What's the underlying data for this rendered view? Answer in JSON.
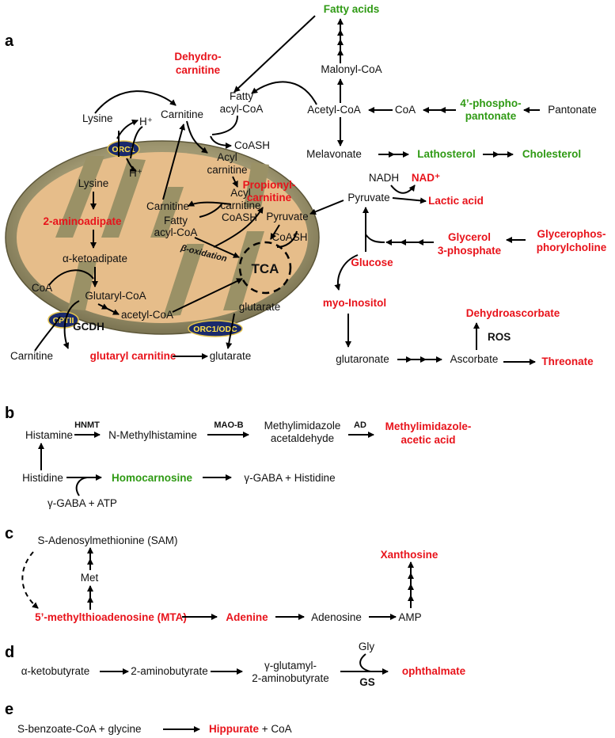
{
  "panels": {
    "a": "a",
    "b": "b",
    "c": "c",
    "d": "d",
    "e": "e"
  },
  "colors": {
    "decreased": "#e8131b",
    "increased": "#2f9a14",
    "mito_outer": "#9a9166",
    "mito_inner": "#e9c08c",
    "transporter": "#1a2a6c"
  },
  "a": {
    "fatty_acids": "Fatty acids",
    "dehydro_carnitine_1": "Dehydro-",
    "dehydro_carnitine_2": "carnitine",
    "lysine_out": "Lysine",
    "h_top": "H⁺",
    "h_bottom": "H⁺",
    "orc1": "ORC1",
    "carnitine_top": "Carnitine",
    "fatty_acylcoa_top_1": "Fatty",
    "fatty_acylcoa_top_2": "acyl-CoA",
    "coash_top": "CoASH",
    "acyl_carnitine_1a": "Acyl",
    "acyl_carnitine_1b": "carnitine",
    "acyl_carnitine_2a": "Acyl",
    "acyl_carnitine_2b": "carnitine",
    "coash_mid": "CoASH",
    "propionyl_1": "Propionyl-",
    "propionyl_2": "carnitine",
    "lysine_in": "Lysine",
    "aminoadipate": "2-aminoadipate",
    "carnitine_in": "Carnitine",
    "fatty_acylcoa_in_1": "Fatty",
    "fatty_acylcoa_in_2": "acyl-CoA",
    "beta_ox": "β-oxidation",
    "pyruvate_in": "Pyruvate",
    "coash_in": "CoASH",
    "tca": "TCA",
    "ketoadipate": "α-ketoadipate",
    "coa_in": "CoA",
    "glutaryl_coa": "Glutaryl-CoA",
    "cptii": "CPTII",
    "gcdh": "GCDH",
    "acetyl_coa_in": "acetyl-CoA",
    "glutarate_in": "glutarate",
    "orc1_odc": "ORC1/ODC",
    "carnitine_bottom": "Carnitine",
    "glutaryl_carnitine": "glutaryl carnitine",
    "glutarate_out": "glutarate",
    "malonyl_coa": "Malonyl-CoA",
    "acetyl_coa": "Acetyl-CoA",
    "coa": "CoA",
    "phosphopantonate_1": "4’-phospho-",
    "phosphopantonate_2": "pantonate",
    "pantonate": "Pantonate",
    "melavonate": "Melavonate",
    "lathosterol": "Lathosterol",
    "cholesterol": "Cholesterol",
    "nadh": "NADH",
    "nad": "NAD⁺",
    "pyruvate": "Pyruvate",
    "lactic_acid": "Lactic acid",
    "glycerol_1": "Glycerol",
    "glycerol_2": "3-phosphate",
    "gpc_1": "Glycerophos-",
    "gpc_2": "phorylcholine",
    "glucose": "Glucose",
    "myo_inositol": "myo-Inositol",
    "dehydroascorbate": "Dehydroascorbate",
    "ros": "ROS",
    "glutaronate": "glutaronate",
    "ascorbate": "Ascorbate",
    "threonate": "Threonate"
  },
  "b": {
    "histamine": "Histamine",
    "hnmt": "HNMT",
    "n_methylhistamine": "N-Methylhistamine",
    "mao_b": "MAO-B",
    "methylimidazole_1": "Methylimidazole",
    "methylimidazole_2": "acetaldehyde",
    "ad": "AD",
    "mia_1": "Methylimidazole-",
    "mia_2": "acetic acid",
    "histidine": "Histidine",
    "homocarnosine": "Homocarnosine",
    "gaba_histidine": "γ-GABA + Histidine",
    "gaba_atp": "γ-GABA + ATP"
  },
  "c": {
    "sam": "S-Adenosylmethionine (SAM)",
    "met": "Met",
    "mta": "5’-methylthioadenosine (MTA)",
    "adenine": "Adenine",
    "adenosine": "Adenosine",
    "amp": "AMP",
    "xanthosine": "Xanthosine"
  },
  "d": {
    "ketobutyrate": "α-ketobutyrate",
    "aminobutyrate": "2-aminobutyrate",
    "ggab_1": "γ-glutamyl-",
    "ggab_2": "2-aminobutyrate",
    "gly": "Gly",
    "gs": "GS",
    "ophthalmate": "ophthalmate"
  },
  "e": {
    "substrates": "S-benzoate-CoA + glycine",
    "hippurate": "Hippurate",
    "plus_coa": " + CoA"
  }
}
